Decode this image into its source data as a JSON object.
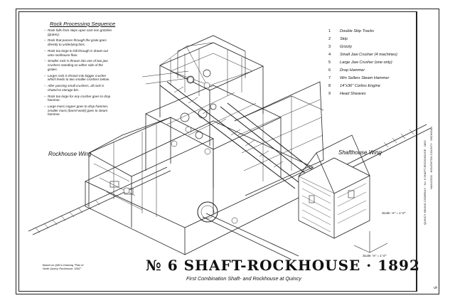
{
  "process": {
    "title": "Rock Processing Sequence",
    "steps": [
      "Rock falls from skips upon cast-iron grizzlies (grates).",
      "Rock that passes through the grate goes directly to underlying bins.",
      "Rock too large to fall through is drawn out onto rockhouse floor.",
      "Smaller rock is thrown into one of two jaw crushers standing on either side of the grates.",
      "Larger rock is thrown into bigger crusher which feeds to two smaller crushers below.",
      "After passing small crushers, all rock is chuted to storage bin.",
      "Rock too large for any crusher goes to drop hammer.",
      "Large mass copper goes to drop hammer, smaller mass (barrel work) goes to steam hammer."
    ]
  },
  "legend": [
    {
      "num": "1",
      "label": "Double Skip Tracks"
    },
    {
      "num": "2",
      "label": "Skip"
    },
    {
      "num": "3",
      "label": "Grizzly"
    },
    {
      "num": "4",
      "label": "Small Jaw Crusher (4 machines)"
    },
    {
      "num": "5",
      "label": "Large Jaw Crusher (one only)"
    },
    {
      "num": "6",
      "label": "Drop Hammer"
    },
    {
      "num": "7",
      "label": "Wm Sellers Steam Hammer"
    },
    {
      "num": "8",
      "label": "14\"x36\" Corliss Engine"
    },
    {
      "num": "9",
      "label": "Head Sheaves"
    }
  ],
  "labels": {
    "rockhouse_wing": "Rockhouse Wing",
    "shafthouse_wing": "Shafthouse Wing",
    "main_title": "№ 6 SHAFT-ROCKHOUSE · 1892",
    "sub_title": "First Combination Shaft- and Rockhouse at Quincy",
    "based_on": "Based on QMCo Drawing \"Plan of\nNorth Quincy Rockhouse, 1892\"",
    "scale_top": "Scale: ⅛\" = 1'-0\"",
    "scale_bottom": "Scale: ⅛\" = 1'-0\""
  },
  "title_block": {
    "line1": "QUINCY MINING COMPANY · No. 6 SHAFT-ROCKHOUSE · 1892",
    "line2": "HANCOCK · HOUGHTON COUNTY · MICHIGAN",
    "sheet": "5"
  }
}
